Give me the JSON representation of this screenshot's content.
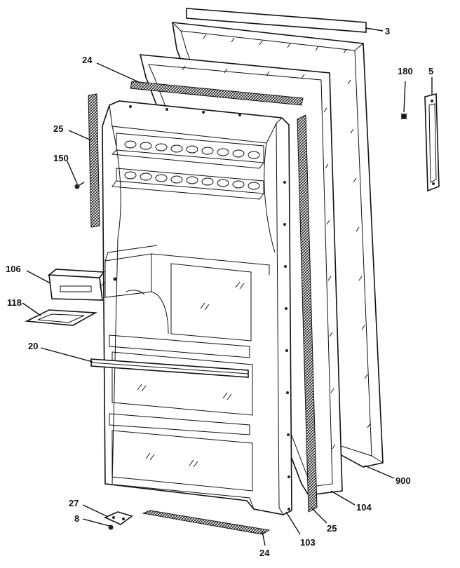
{
  "diagram": {
    "callouts": [
      {
        "id": "c3",
        "text": "3"
      },
      {
        "id": "c5",
        "text": "5"
      },
      {
        "id": "c180",
        "text": "180"
      },
      {
        "id": "c24top",
        "text": "24"
      },
      {
        "id": "c25left",
        "text": "25"
      },
      {
        "id": "c150",
        "text": "150"
      },
      {
        "id": "c106",
        "text": "106"
      },
      {
        "id": "c118",
        "text": "118"
      },
      {
        "id": "c20",
        "text": "20"
      },
      {
        "id": "c27",
        "text": "27"
      },
      {
        "id": "c8",
        "text": "8"
      },
      {
        "id": "c24bot",
        "text": "24"
      },
      {
        "id": "c103",
        "text": "103"
      },
      {
        "id": "c25right",
        "text": "25"
      },
      {
        "id": "c104",
        "text": "104"
      },
      {
        "id": "c900",
        "text": "900"
      }
    ]
  }
}
